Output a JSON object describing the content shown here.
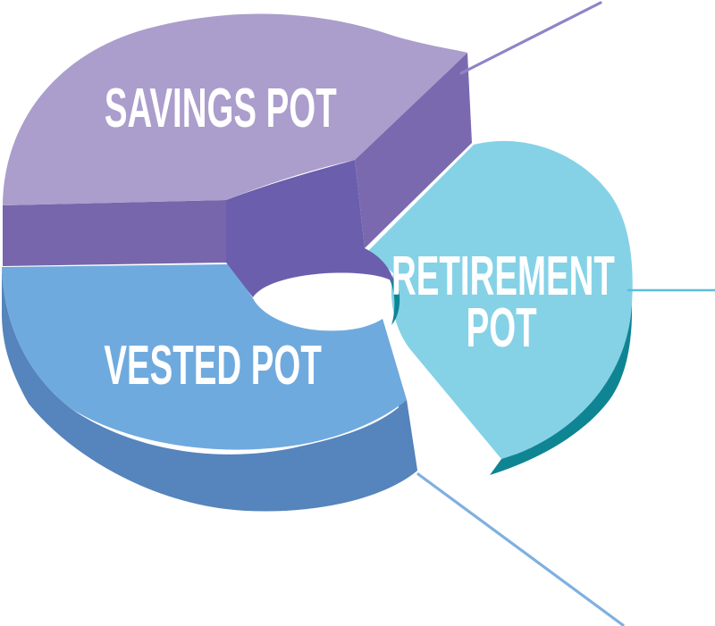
{
  "chart_data": {
    "type": "pie",
    "variant": "3d-exploded-donut",
    "title": "",
    "values_shown": false,
    "background": "#ffffff",
    "label_color": "#ffffff",
    "segments": [
      {
        "id": "savings",
        "label": "SAVINGS POT",
        "approx_share": 0.33,
        "color_top": "#ab9dcc",
        "color_side": "#7766ab",
        "color_cut": "#7b69b0",
        "color_inner_wall": "#6b5ead",
        "leader_color": "#8f84c5",
        "leader_direction": "to top-right corner"
      },
      {
        "id": "vested",
        "label": "VESTED POT",
        "approx_share": 0.33,
        "color_top": "#6faade",
        "color_side": "#5684bc",
        "color_cut": "#5583bb",
        "leader_color": "#7fb0e0",
        "leader_direction": "to bottom-right corner"
      },
      {
        "id": "retirement",
        "label": "RETIREMENT POT",
        "label_line1": "RETIREMENT",
        "label_line2": "POT",
        "approx_share": 0.34,
        "color_top": "#85d2e7",
        "color_side": "#0f8594",
        "leader_color": "#5cbeda",
        "leader_direction": "horizontal to right edge"
      }
    ]
  }
}
